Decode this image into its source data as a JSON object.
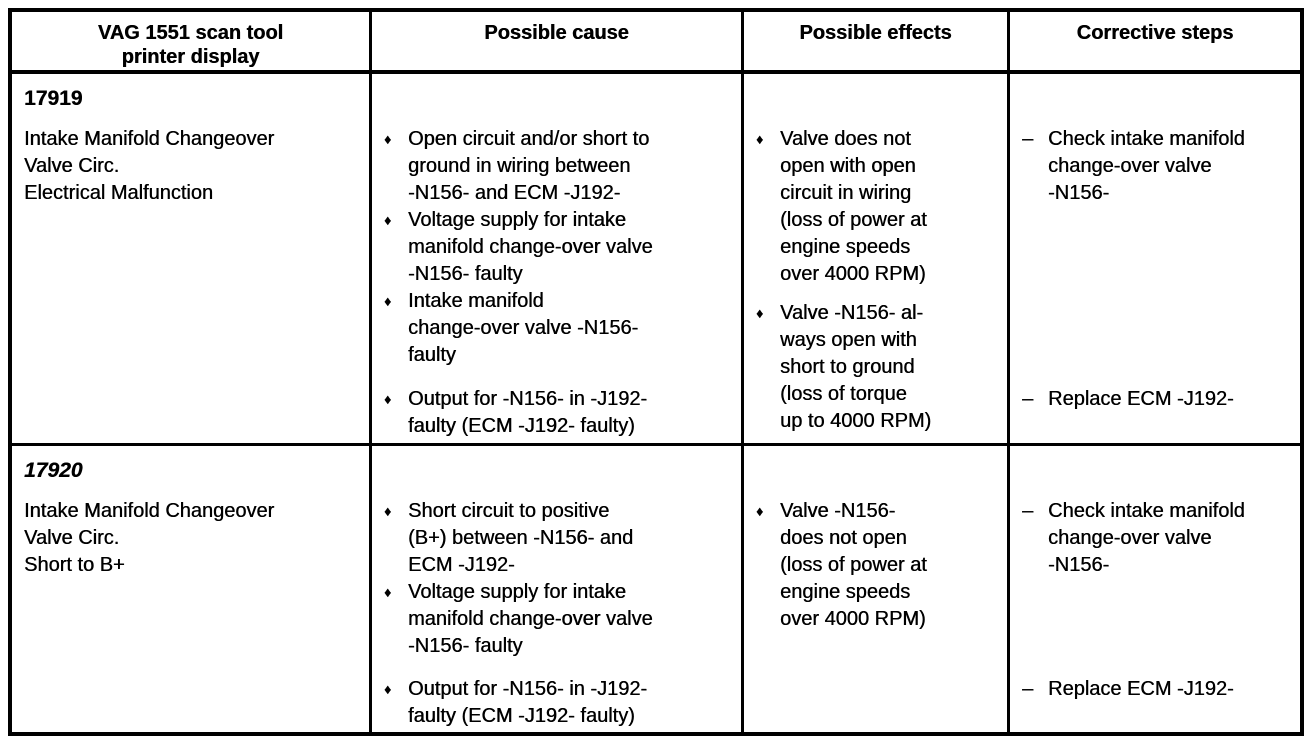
{
  "glyphs": {
    "bullet": "♦",
    "dash": "–"
  },
  "headers": {
    "display": "VAG 1551 scan tool\nprinter display",
    "cause": "Possible cause",
    "effects": "Possible effects",
    "steps": "Corrective steps"
  },
  "rows": [
    {
      "code": "17919",
      "display": "Intake Manifold Changeover\nValve Circ.\nElectrical Malfunction",
      "causes": [
        "Open circuit and/or short to\nground in wiring between\n-N156- and ECM -J192-",
        "Voltage supply for intake\nmanifold change-over valve\n-N156- faulty",
        "Intake manifold\nchange-over valve -N156-\nfaulty",
        "Output for -N156- in -J192-\nfaulty (ECM -J192- faulty)"
      ],
      "effects": [
        "Valve does not\nopen with open\ncircuit in wiring\n(loss of power at\nengine speeds\nover 4000 RPM)",
        "Valve -N156- al-\nways open with\nshort to ground\n(loss of torque\nup to 4000 RPM)"
      ],
      "steps": [
        "Check intake manifold\nchange-over valve\n-N156-",
        "Replace ECM -J192-"
      ]
    },
    {
      "code": "17920",
      "display": "Intake Manifold Changeover\nValve Circ.\nShort to B+",
      "causes": [
        "Short circuit to positive\n(B+) between -N156- and\nECM -J192-",
        "Voltage supply for intake\nmanifold change-over valve\n-N156- faulty",
        "Output for -N156- in -J192-\nfaulty (ECM -J192- faulty)"
      ],
      "effects": [
        "Valve -N156-\ndoes not open\n(loss of power at\nengine speeds\nover 4000 RPM)"
      ],
      "steps": [
        "Check intake manifold\nchange-over valve\n-N156-",
        "Replace ECM -J192-"
      ]
    }
  ]
}
